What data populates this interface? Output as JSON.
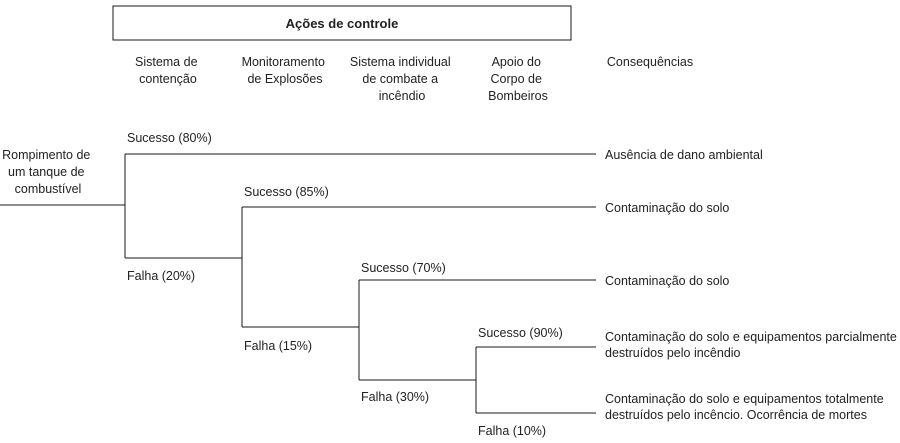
{
  "header": {
    "title": "Ações de controle",
    "columns": [
      [
        "Sistema de",
        "contenção"
      ],
      [
        "Monitoramento",
        "de Explosões"
      ],
      [
        "Sistema individual",
        "de combate a",
        "incêndio"
      ],
      [
        "Apoio do",
        "Corpo de",
        "Bombeiros"
      ],
      [
        "Consequências"
      ]
    ]
  },
  "initiating_event": [
    "Rompimento de",
    "um tanque de",
    "combustível"
  ],
  "branches": {
    "containment_success": "Sucesso (80%)",
    "containment_failure": "Falha (20%)",
    "monitoring_success": "Sucesso (85%)",
    "monitoring_failure": "Falha (15%)",
    "firefight_success": "Sucesso (70%)",
    "firefight_failure": "Falha (30%)",
    "firedept_success": "Sucesso (90%)",
    "firedept_failure": "Falha (10%)"
  },
  "consequences": [
    [
      "Ausência de dano ambiental"
    ],
    [
      "Contaminação do solo"
    ],
    [
      "Contaminação do solo"
    ],
    [
      "Contaminação do solo e equipamentos parcialmente",
      "destruídos pelo incêndio"
    ],
    [
      "Contaminação do solo e equipamentos totalmente",
      "destruídos pelo incêncio. Ocorrência de mortes"
    ]
  ]
}
